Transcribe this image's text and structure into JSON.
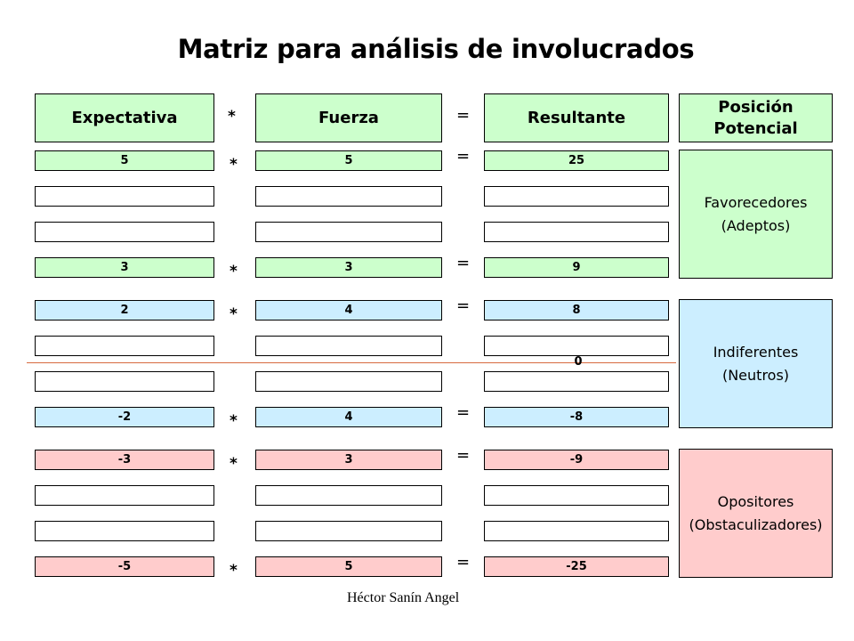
{
  "title": "Matriz para análisis de involucrados",
  "headers": {
    "expectativa": "Expectativa",
    "mult": "*",
    "fuerza": "Fuerza",
    "equals": "=",
    "resultante": "Resultante",
    "posicion_line1": "Posición",
    "posicion_line2": "Potencial"
  },
  "rows": [
    {
      "expectativa": "5",
      "fuerza": "5",
      "resultante": "25",
      "mult": "*",
      "eq": "="
    },
    {
      "expectativa": "",
      "fuerza": "",
      "resultante": ""
    },
    {
      "expectativa": "",
      "fuerza": "",
      "resultante": ""
    },
    {
      "expectativa": "3",
      "fuerza": "3",
      "resultante": "9",
      "mult": "*",
      "eq": "="
    },
    {
      "expectativa": "2",
      "fuerza": "4",
      "resultante": "8",
      "mult": "*",
      "eq": "="
    },
    {
      "expectativa": "",
      "fuerza": "",
      "resultante": ""
    },
    {
      "expectativa": "",
      "fuerza": "",
      "resultante": ""
    },
    {
      "expectativa": "-2",
      "fuerza": "4",
      "resultante": "-8",
      "mult": "*",
      "eq": "="
    },
    {
      "expectativa": "-3",
      "fuerza": "3",
      "resultante": "-9",
      "mult": "*",
      "eq": "="
    },
    {
      "expectativa": "",
      "fuerza": "",
      "resultante": ""
    },
    {
      "expectativa": "",
      "fuerza": "",
      "resultante": ""
    },
    {
      "expectativa": "-5",
      "fuerza": "5",
      "resultante": "-25",
      "mult": "*",
      "eq": "="
    }
  ],
  "zero_label": "0",
  "groups": {
    "favorecedores": {
      "line1": "Favorecedores",
      "line2": "(Adeptos)"
    },
    "indiferentes": {
      "line1": "Indiferentes",
      "line2": "(Neutros)"
    },
    "opositores": {
      "line1": "Opositores",
      "line2": "(Obstaculizadores)"
    }
  },
  "colors": {
    "favorable": "#ccffcc",
    "neutral": "#cceeff",
    "opposing": "#ffcccc",
    "divider": "#d86a40"
  },
  "footer": "Héctor Sanín Angel"
}
